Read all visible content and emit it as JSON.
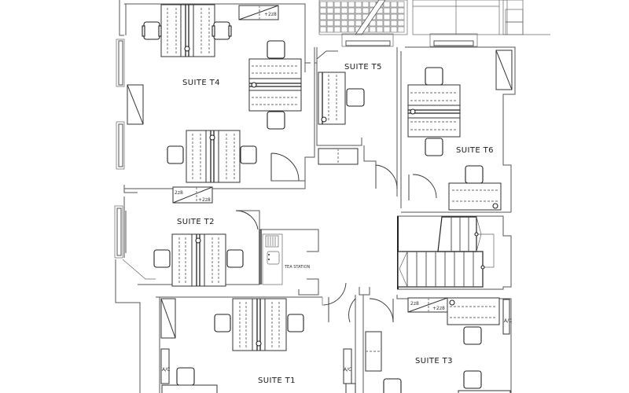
{
  "plan": {
    "rooms": [
      {
        "id": "t4",
        "label": "SUITE T4"
      },
      {
        "id": "t5",
        "label": "SUITE T5"
      },
      {
        "id": "t6",
        "label": "SUITE T6"
      },
      {
        "id": "t2",
        "label": "SUITE T2"
      },
      {
        "id": "t1",
        "label": "SUITE T1"
      },
      {
        "id": "t3",
        "label": "SUITE T3"
      }
    ],
    "tea_station": "TEA STATION",
    "ac_label": "A/C",
    "cabinet_marks": {
      "top": "2z8",
      "bottom": "+2z8"
    }
  }
}
